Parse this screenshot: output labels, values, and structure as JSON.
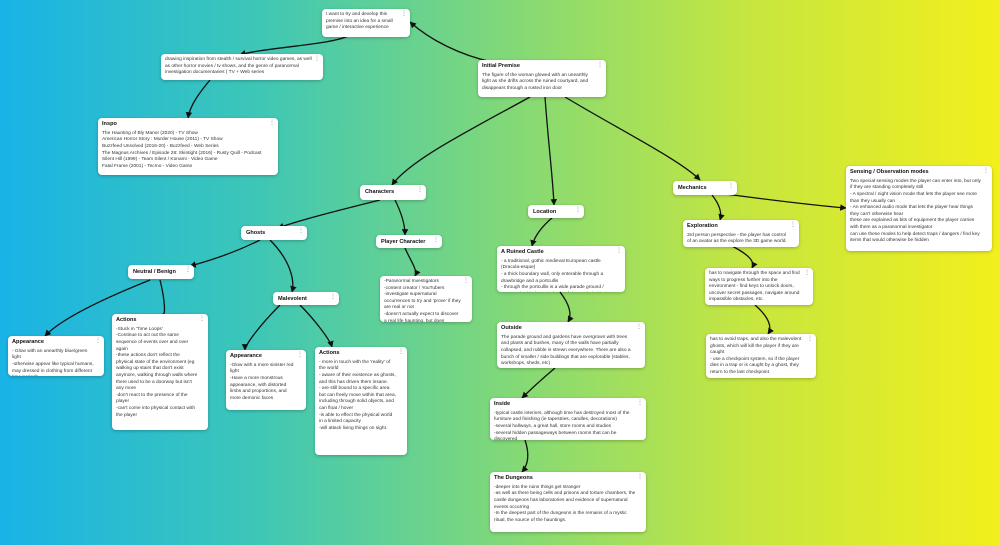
{
  "nodes": {
    "develop": {
      "body": "I want to try and develop this premise into an idea for a small game / interactive experience"
    },
    "drawing": {
      "body": "drawing inspiration from stealth / survival horror video games, as well as other horror movies / tv shows, and the genre of paranormal investigation documentaries ( TV + Web series"
    },
    "premise": {
      "title": "Initial Premise",
      "body": "The figure of the woman glowed with an unearthly light as she drifts across the ruined courtyard, and disappears through a rusted iron door"
    },
    "inspo": {
      "title": "Inspo",
      "body": "The Haunting of Bly Manor (2020) - TV Show\nAmerican Horror Story : Murder House (2011) - TV Show\nBuzzfeed Unsolved (2016-20) - Buzzfeed - Web Series\nThe Magnus Archives / Episode 28: Skintight (2016) - Rusty Quill - Podcast\nSilent Hill (1999) - Team Silent / Konami - Video Game\nFatal Frame (2001) - Tecmo - Video Game"
    },
    "characters": {
      "title": "Characters"
    },
    "location": {
      "title": "Location"
    },
    "mechanics": {
      "title": "Mechanics"
    },
    "sensing": {
      "title": "Sensing / Observation modes",
      "body": "Two special sensing modes the player can enter into, but only if they are standing completely still\n- A spectral / night vision mode that lets the player see more than they usually can\n- An enhanced audio mode that lets the player hear things they can't otherwise hear\nthese are explained as bits of equipment the player carries with them as a paranormal investigator\ncan use these modes to help detect traps / dangers / find key items that would otherwise be hidden"
    },
    "ghosts": {
      "title": "Ghosts"
    },
    "player": {
      "title": "Player Character"
    },
    "exploration": {
      "title": "Exploration",
      "body": "3rd person perspective - the player has control of an avatar as the explore the 3D game world."
    },
    "ruined": {
      "title": "A Ruined Castle",
      "body": "- a traditional, gothic medieval European castle (Dracula-esque)\n- a thick boundary wall, only enterable through a drawbridge and a portcullis\n- through the portcullis is a wide parade ground / courtyard, with the main body of the castle behind that"
    },
    "neutral": {
      "title": "Neutral / Benign"
    },
    "investigators": {
      "body": "-Paranormal Investigators\n-content creator / YouTubers\n-investigate supernatural occurrences to try and 'prove' if they are real or not\n-doesn't actually expect to discover a real life haunting, but does"
    },
    "navigate": {
      "body": "has to navigate through the space and find ways to progress further into the environment - find keys to unlock doors, uncover secret passages, navigate around impassible obstacles, etc."
    },
    "malevolent": {
      "title": "Malevolent"
    },
    "outside": {
      "title": "Outside",
      "body": "The parade ground and gardens have overgrown with trees and plants and bushes, many of the walls have partially collapsed, and rubble is strewn everywhere. There are also a bunch of smaller / side buildings that are explorable (stables, workshops, sheds, etc)"
    },
    "avoid": {
      "body": "has to avoid traps, and also the malevolent ghosts, which will kill the player if they are caught\n- use a checkpoint system, so if the player dies in a trap or is caught by a ghost, they return to the last checkpoint"
    },
    "appearance_n": {
      "title": "Appearance",
      "body": "- Glow with an unearthly blue/green light\n-otherwise appear like typical humans, may dressed in clothing from different time periods"
    },
    "actions_n": {
      "title": "Actions",
      "body": "-Stuck in 'Time Loops'\n-Continue to act out the same sequence of events over and over again\n-these actions don't reflect the physical state of the environment (eg walking up stairs that don't exist anymore, walking through walls where there used to be a doorway but isn't any more\n-don't react to the presence of the player\n-can't come into physical contact with the player"
    },
    "appearance_m": {
      "title": "Appearance",
      "body": "-Glow with a more sinister red light\n-Have a more monstrous appearance, with distorted limbs and proportions, and more demonic faces"
    },
    "actions_m": {
      "title": "Actions",
      "body": "- more in touch with the 'reality' of the world\n- aware of their existence as ghosts, and this has driven them insane.\n- are still bound to a specific area but can freely move within that area, including through solid objects, and can float / hover\n-is able to effect the physical world in a limited capacity\n-will attack living things on sight."
    },
    "inside": {
      "title": "Inside",
      "body": "-typical castle interiors, although time has destroyed most of the furniture and finishing (ie tapestries, candles, decorations)\n-several hallways, a great hall, store rooms and studies\n-several hidden passageways between rooms that can be discovered"
    },
    "dungeons": {
      "title": "The Dungeons",
      "body": "-deeper into the ruins things get stranger\n-as well as there being cells and prisons and torture chambers, the castle dungeons has laboratories and evidence of supernatural events occurring\n-In the deepest part of the dungeons is the remains of a mystic ritual, the source of the hauntings."
    }
  },
  "menu_glyph": "⋮",
  "colors": {
    "edge": "#111111",
    "node_bg": "#ffffff"
  }
}
